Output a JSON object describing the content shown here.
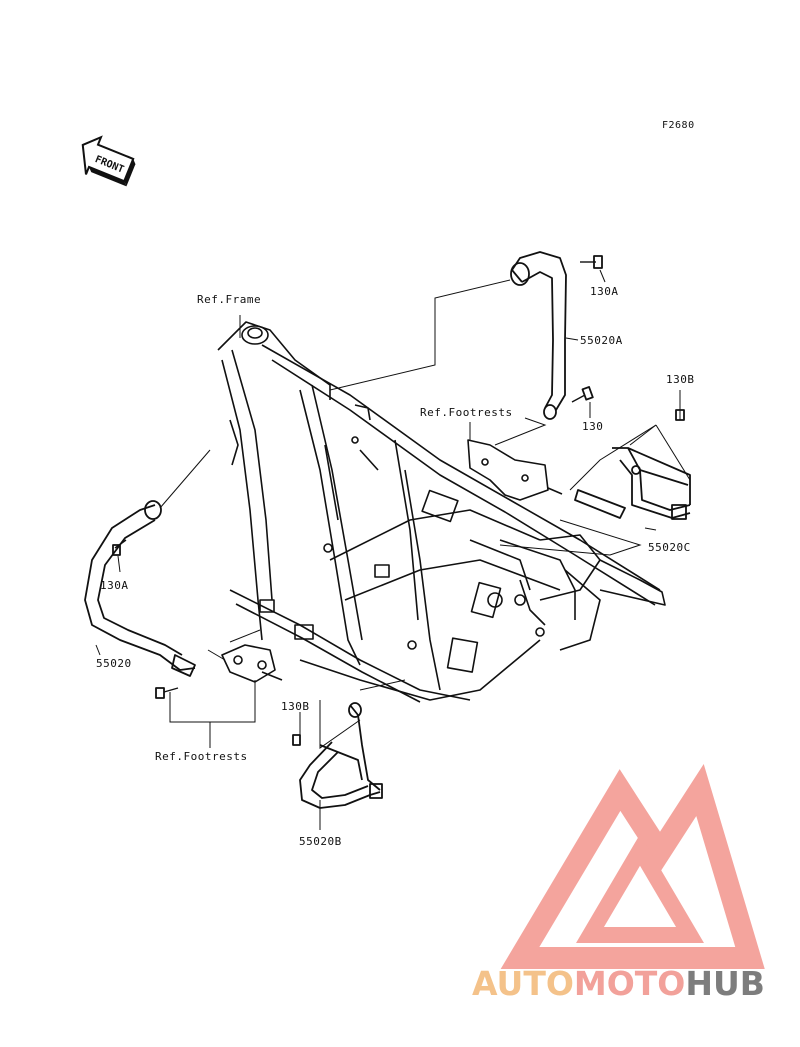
{
  "diagram": {
    "figure_code": "F2680",
    "front_label": "FRONT",
    "labels": {
      "ref_frame": "Ref.Frame",
      "part_130A_top": "130A",
      "part_55020A": "55020A",
      "part_130": "130",
      "part_130B_right": "130B",
      "ref_footrests_upper": "Ref.Footrests",
      "part_55020C": "55020C",
      "part_130A_left": "130A",
      "part_55020": "55020",
      "ref_footrests_lower": "Ref.Footrests",
      "part_130B_lower": "130B",
      "part_55020B": "55020B"
    }
  },
  "watermark": {
    "part1": "AUTO",
    "part2": "MOTO",
    "part3": "HUB",
    "colors": {
      "auto": "#f4c28a",
      "moto": "#f2a19a",
      "hub": "#7d7d7d",
      "logo": "#f39b93"
    }
  }
}
